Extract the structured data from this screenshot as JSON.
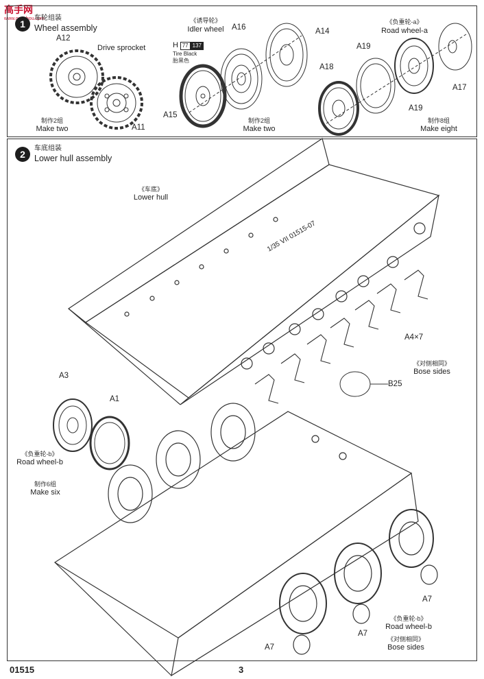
{
  "watermark": {
    "text": "高手网",
    "url": "www.gaoshou.com"
  },
  "step1": {
    "number": "1",
    "title_cn": "车轮组装",
    "title_en": "Wheel assembly",
    "drive_sprocket_label": "Drive sprocket",
    "part_a12": "A12",
    "part_a11": "A11",
    "sprocket_make_cn": "制作2组",
    "sprocket_make_en": "Make two",
    "idler_cn": "《诱导轮》",
    "idler_en": "Idler wheel",
    "part_a16": "A16",
    "part_a14": "A14",
    "part_a15": "A15",
    "paint_h": "H",
    "paint_code1": "77",
    "paint_code2": "137",
    "paint_name_en": "Tire Black",
    "paint_name_cn": "胎黑色",
    "idler_make_cn": "制作2组",
    "idler_make_en": "Make two",
    "roadwheel_a_cn": "《负重轮-a》",
    "roadwheel_a_en": "Road wheel-a",
    "part_a19_top": "A19",
    "part_a18": "A18",
    "part_a19_bottom": "A19",
    "part_a17": "A17",
    "roadwheel_make_cn": "制作8组",
    "roadwheel_make_en": "Make eight"
  },
  "step2": {
    "number": "2",
    "title_cn": "车底组装",
    "title_en": "Lower hull assembly",
    "lower_hull_cn": "《车底》",
    "lower_hull_en": "Lower hull",
    "hull_marking": "1/35 VII 01515-07",
    "part_a4": "A4×7",
    "bose_cn": "《对侧相同》",
    "bose_en": "Bose sides",
    "part_b25": "B25",
    "part_a3": "A3",
    "part_a1": "A1",
    "roadwheel_b_cn": "《负重轮-b》",
    "roadwheel_b_en": "Road wheel-b",
    "make_six_cn": "制作6组",
    "make_six_en": "Make six",
    "part_a7_right": "A7",
    "part_a7_mid": "A7",
    "part_a7_left": "A7",
    "roadwheel_b2_cn": "《负重轮-b》",
    "roadwheel_b2_en": "Road wheel-b",
    "bose2_cn": "《对侧相同》",
    "bose2_en": "Bose sides"
  },
  "footer": {
    "kit_number": "01515",
    "page_number": "3"
  }
}
